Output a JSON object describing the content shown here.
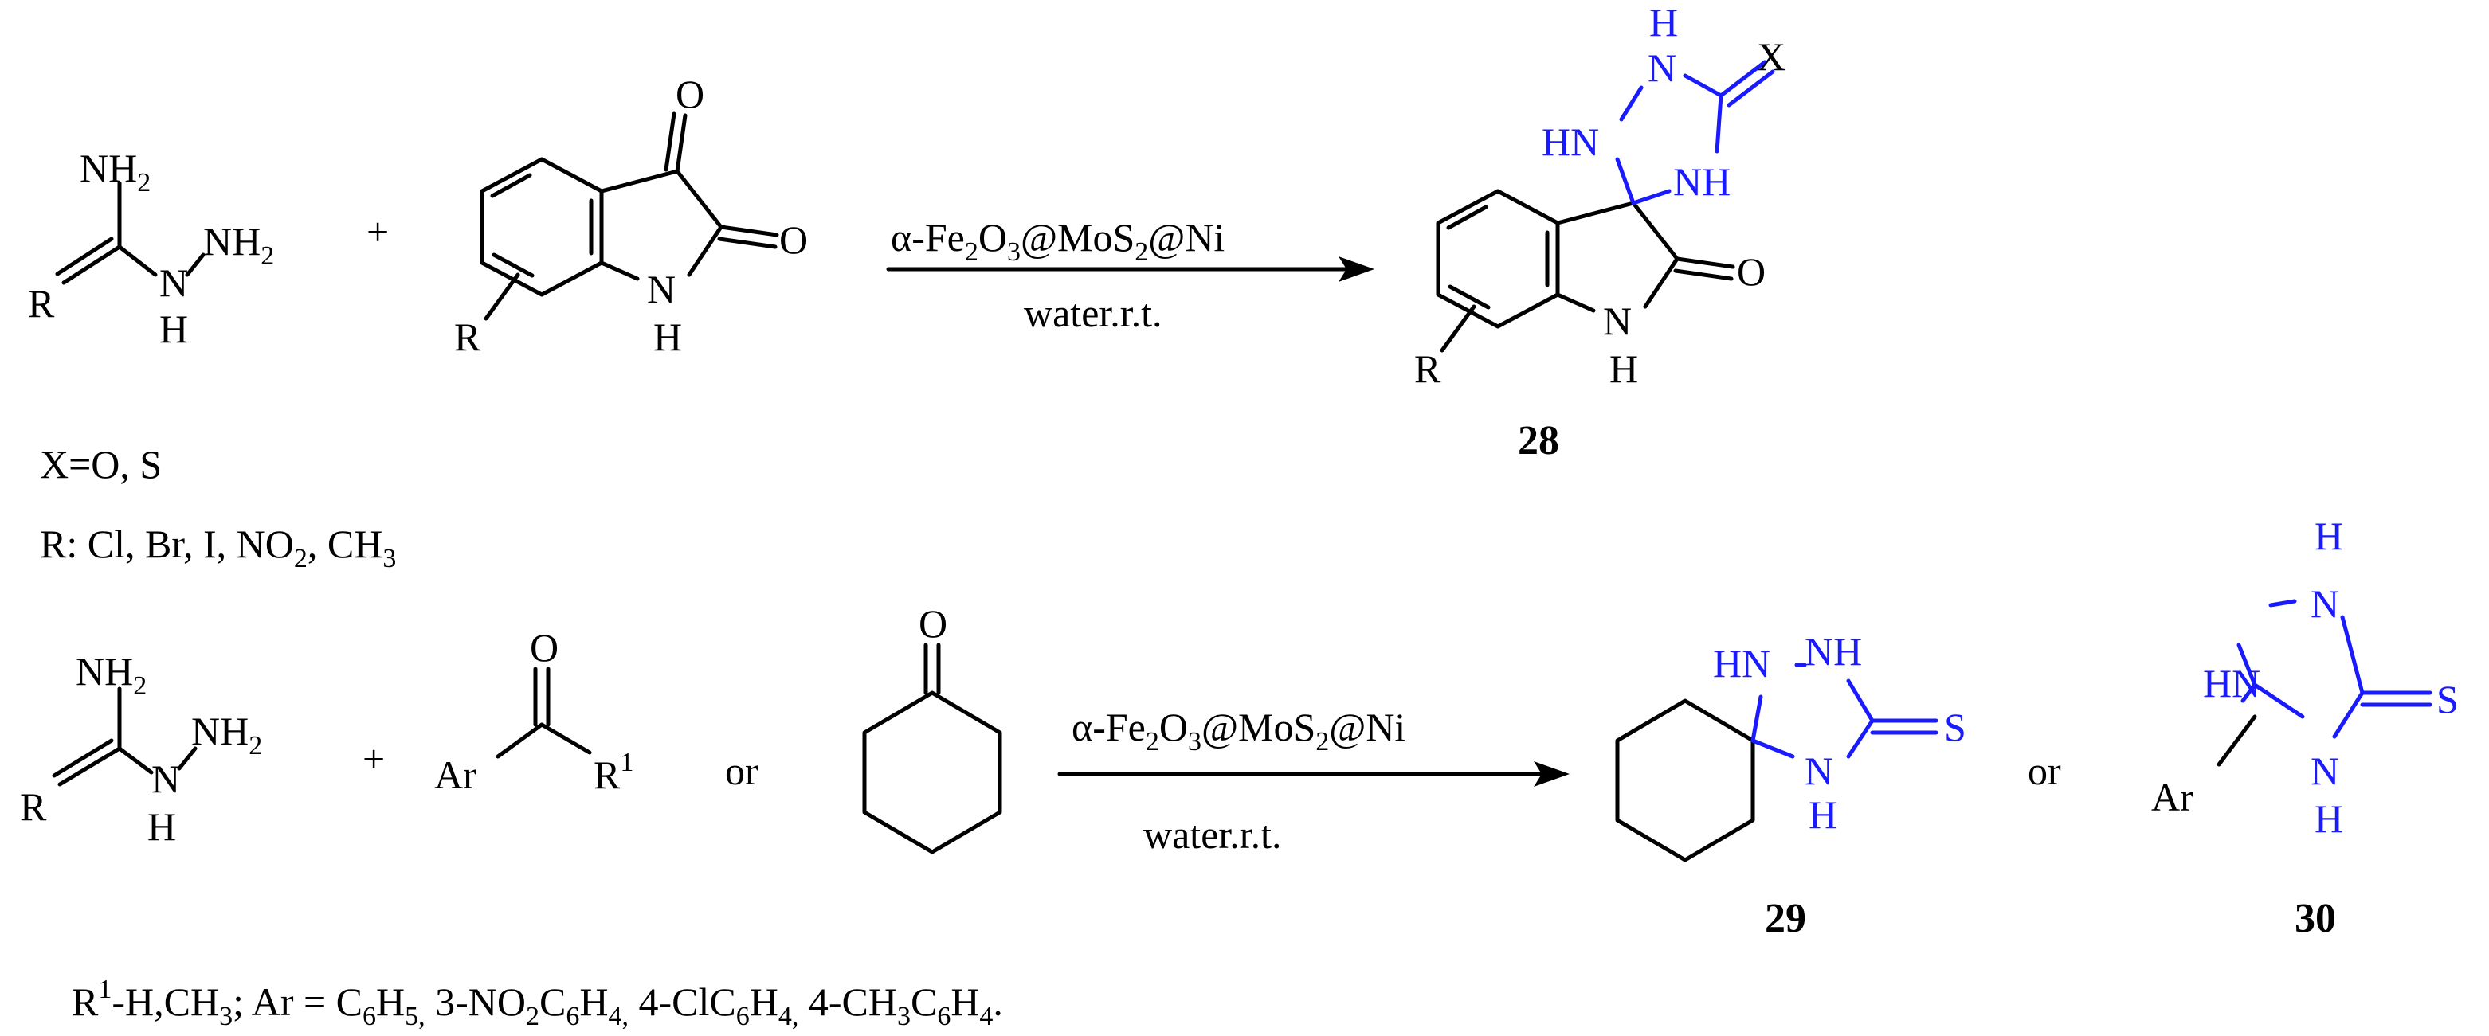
{
  "colors": {
    "ink": "#000000",
    "product": "#1a1aff"
  },
  "scheme1": {
    "reactant1": {
      "nh2_top": "NH",
      "nh2_top_sub": "2",
      "nh2_right": "NH",
      "nh2_right_sub": "2",
      "n": "N",
      "h": "H",
      "r": "R"
    },
    "plus": "+",
    "isatin": {
      "o_top": "O",
      "o_right": "O",
      "n": "N",
      "h": "H",
      "r": "R"
    },
    "reagent": {
      "alpha": "α-Fe",
      "s1": "2",
      "o": "O",
      "s2": "3",
      "mos": "@MoS",
      "s3": "2",
      "ni": "@Ni"
    },
    "conditions": "water.r.t.",
    "product": {
      "h_top": "H",
      "n_top": "N",
      "x": "X",
      "hn": "HN",
      "nh": "NH",
      "o": "O",
      "n": "N",
      "h": "H",
      "r": "R",
      "label": "28"
    },
    "legend": {
      "x_line": "X=O, S",
      "r_a": "R: Cl, Br, I, NO",
      "r_sub1": "2",
      "r_b": ", CH",
      "r_sub2": "3"
    }
  },
  "scheme2": {
    "reactant1": {
      "nh2_top": "NH",
      "nh2_top_sub": "2",
      "nh2_right": "NH",
      "nh2_right_sub": "2",
      "n": "N",
      "h": "H",
      "r": "R"
    },
    "plus": "+",
    "ketone": {
      "o": "O",
      "ar": "Ar",
      "r1": "R",
      "r1_sup": "1"
    },
    "or1": "or",
    "cyclohexanone": {
      "o": "O"
    },
    "reagent": {
      "alpha": "α-Fe",
      "s1": "2",
      "o": "O",
      "s2": "3",
      "mos": "@MoS",
      "s3": "2",
      "ni": "@Ni"
    },
    "conditions": "water.r.t.",
    "product29": {
      "hn": "HN",
      "nh_top": "NH",
      "s": "S",
      "n": "N",
      "h": "H",
      "label": "29"
    },
    "or2": "or",
    "product30": {
      "h_top": "H",
      "n_top": "N",
      "hn": "HN",
      "s": "S",
      "ar": "Ar",
      "n": "N",
      "h": "H",
      "label": "30"
    },
    "legend": {
      "r1": "R",
      "r1_sup": "1",
      "a": "-H,CH",
      "sub_a": "3",
      "b": "; Ar = C",
      "sub_b1": "6",
      "b2": "H",
      "sub_b2": "5,",
      "c": " 3-NO",
      "sub_c1": "2",
      "c2": "C",
      "sub_c2": "6",
      "c3": "H",
      "sub_c3": "4,",
      "d": " 4-ClC",
      "sub_d1": "6",
      "d2": "H",
      "sub_d2": "4,",
      "e": " 4-CH",
      "sub_e1": "3",
      "e2": "C",
      "sub_e2": "6",
      "e3": "H",
      "sub_e3": "4",
      "e4": "."
    }
  }
}
